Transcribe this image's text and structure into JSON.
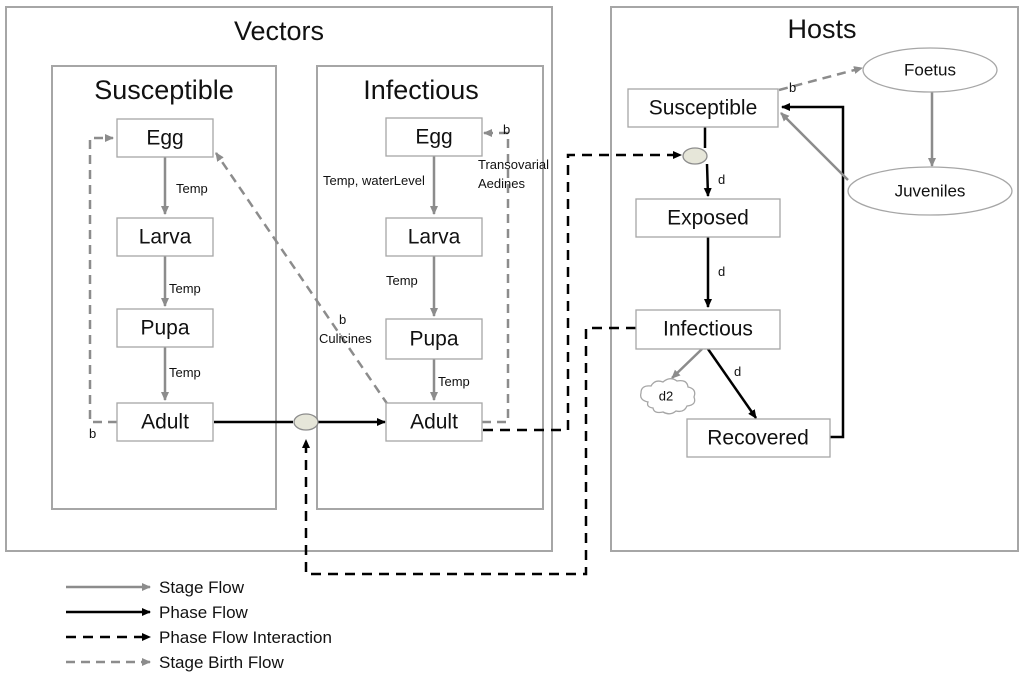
{
  "panels": {
    "vectors": "Vectors",
    "hosts": "Hosts",
    "susceptible": "Susceptible",
    "infectious": "Infectious"
  },
  "vectors_susceptible": {
    "egg": "Egg",
    "larva": "Larva",
    "pupa": "Pupa",
    "adult": "Adult"
  },
  "vectors_infectious": {
    "egg": "Egg",
    "larva": "Larva",
    "pupa": "Pupa",
    "adult": "Adult"
  },
  "hosts": {
    "susceptible": "Susceptible",
    "exposed": "Exposed",
    "infectious": "Infectious",
    "recovered": "Recovered",
    "foetus": "Foetus",
    "juveniles": "Juveniles",
    "death_cloud": "d2"
  },
  "labels": {
    "temp_egg_larva": "Temp",
    "temp_larva_pupa": "Temp",
    "temp_pupa_adult": "Temp",
    "b_susceptible": "b",
    "temp_water": "Temp, waterLevel",
    "temp_inf_larva": "Temp",
    "temp_inf_pupa": "Temp",
    "b_culicines": "b",
    "culicines": "Culicines",
    "b_transovarial": "b",
    "transovarial": "Transovarial",
    "aedines": "Aedines",
    "b_foetus": "b",
    "d_exposed": "d",
    "d_infectious": "d",
    "d_recovered": "d"
  },
  "legend": {
    "stage_flow": "Stage Flow",
    "phase_flow": "Phase Flow",
    "phase_interaction": "Phase Flow Interaction",
    "stage_birth": "Stage Birth Flow"
  },
  "colors": {
    "stage": "#8c8c8c",
    "phase": "#000000",
    "border": "#a6a6a6"
  }
}
